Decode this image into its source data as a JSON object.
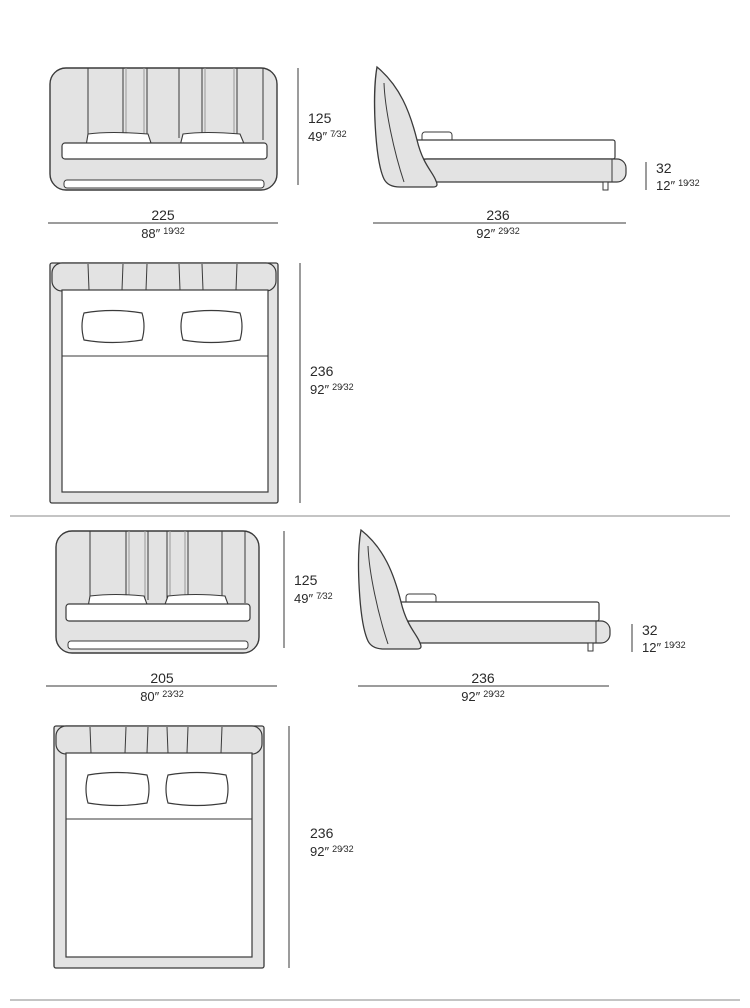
{
  "colors": {
    "line": "#3a3a3a",
    "upholstery": "#e3e3e3",
    "mattress": "#ffffff",
    "divider": "#9a9a9a"
  },
  "versions": [
    {
      "front": {
        "width_cm": "225",
        "width_in": "88″",
        "width_frac": "19⁄32",
        "height_cm": "125",
        "height_in": "49″",
        "height_frac": "7⁄32"
      },
      "side": {
        "length_cm": "236",
        "length_in": "92″",
        "length_frac": "29⁄32",
        "base_cm": "32",
        "base_in": "12″",
        "base_frac": "19⁄32"
      },
      "top": {
        "length_cm": "236",
        "length_in": "92″",
        "length_frac": "29⁄32"
      }
    },
    {
      "front": {
        "width_cm": "205",
        "width_in": "80″",
        "width_frac": "23⁄32",
        "height_cm": "125",
        "height_in": "49″",
        "height_frac": "7⁄32"
      },
      "side": {
        "length_cm": "236",
        "length_in": "92″",
        "length_frac": "29⁄32",
        "base_cm": "32",
        "base_in": "12″",
        "base_frac": "19⁄32"
      },
      "top": {
        "length_cm": "236",
        "length_in": "92″",
        "length_frac": "29⁄32"
      }
    }
  ]
}
